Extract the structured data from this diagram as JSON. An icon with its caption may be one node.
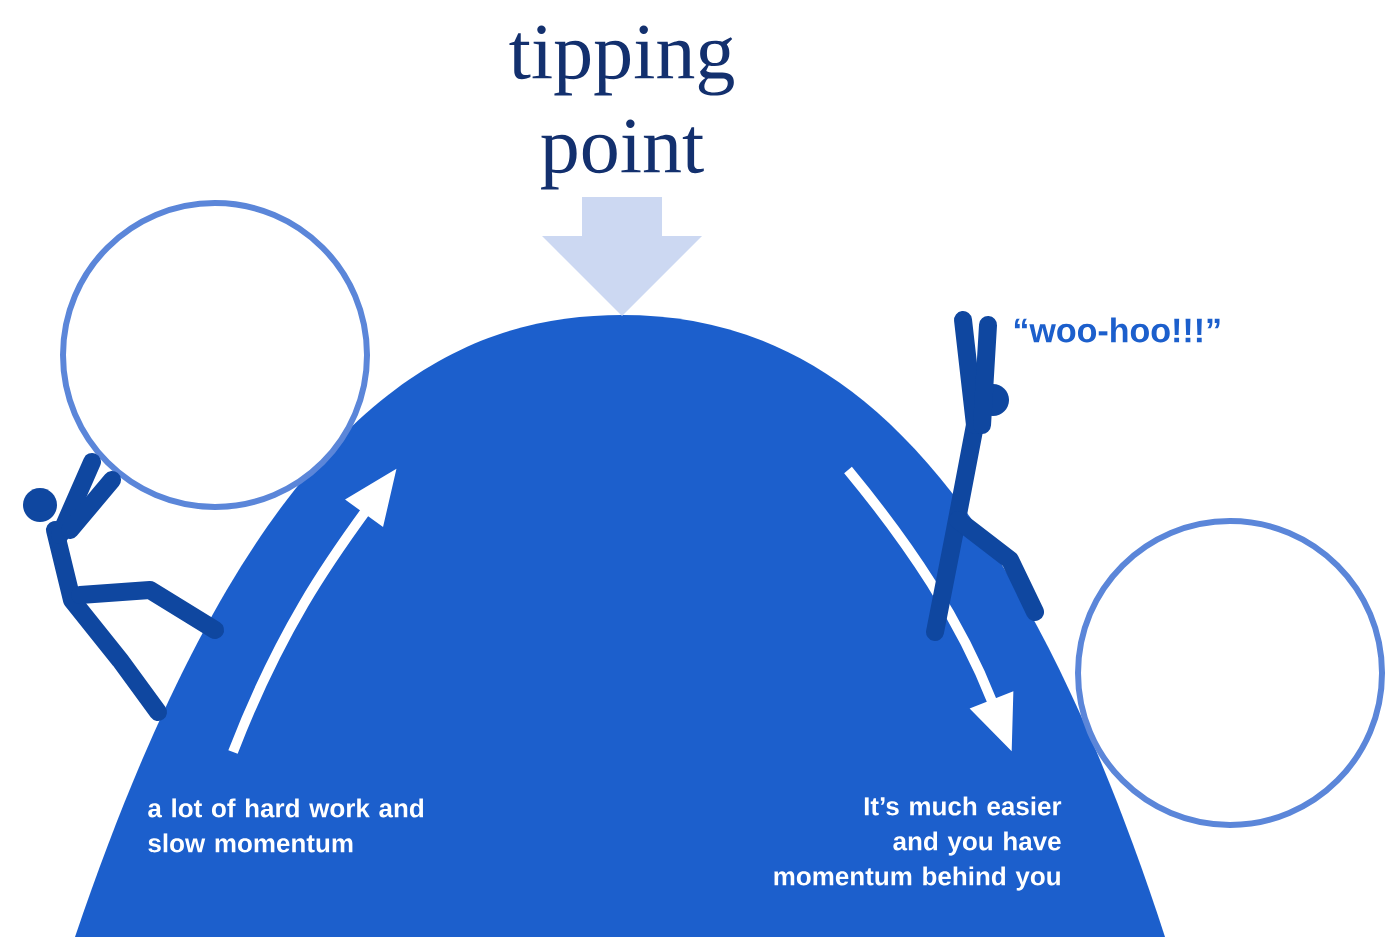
{
  "diagram": {
    "title": "tipping point",
    "nodes": [
      {
        "text": [
          "a lot of hard work and slow momentum",
          "It’s much easier and you have momentum behind you"
        ]
      }
    ],
    "labels": [
      "“woo-hoo!!!”"
    ]
  }
}
